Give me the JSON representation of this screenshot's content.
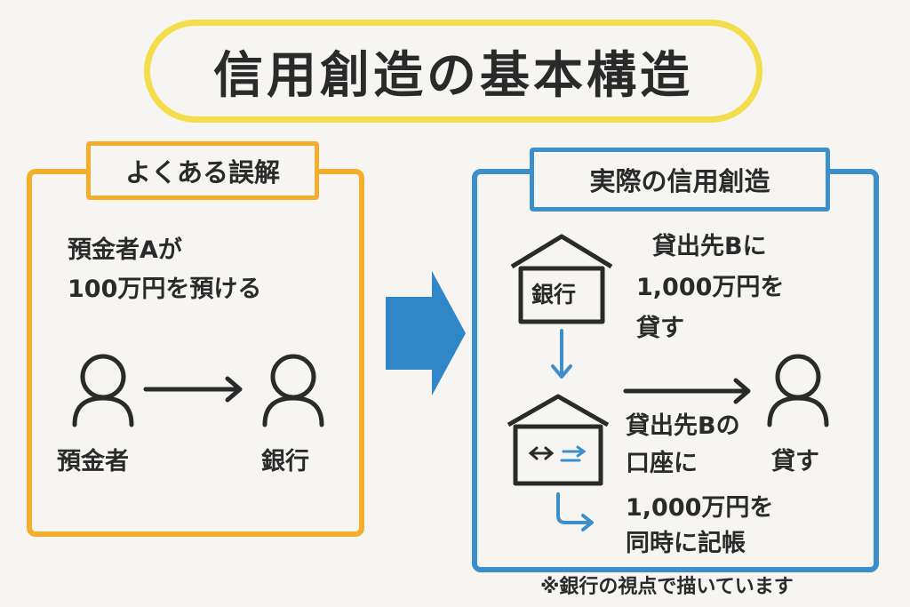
{
  "title": "信用創造の基本構造",
  "left_panel": {
    "heading": "よくある誤解",
    "statement_line1": "預金者Aが",
    "statement_line2": "100万円を預ける",
    "person_label": "預金者",
    "bank_label": "銀行"
  },
  "right_panel": {
    "heading": "実際の信用創造",
    "bank_label": "銀行",
    "loan_line1": "貸出先Bに",
    "loan_line2": "1,000万円を",
    "loan_line3": "貸す",
    "record_line1": "貸出先Bの",
    "record_line2": "口座に",
    "record_line3": "1,000万円を",
    "record_line4": "同時に記帳",
    "borrower_label": "貸す"
  },
  "footnote": "※銀行の視点で描いています",
  "colors": {
    "title_outline": "#f5dc4a",
    "left_accent": "#f4ae2e",
    "right_accent": "#3c8fcb",
    "arrow": "#2f87c8"
  }
}
